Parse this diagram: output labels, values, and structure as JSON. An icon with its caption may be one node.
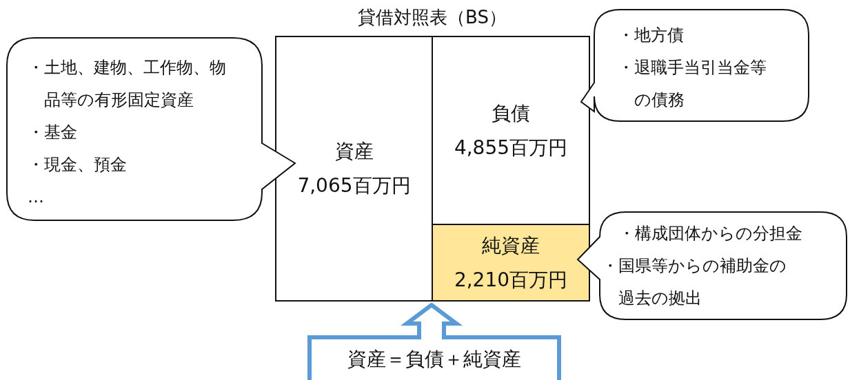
{
  "diagram": {
    "title": "貸借対照表（BS）",
    "nodes": [
      {
        "text": [
          "資産",
          "7,065百万円"
        ]
      },
      {
        "text": [
          "負債",
          "4,855百万円"
        ]
      },
      {
        "text": [
          "純資産",
          "2,210百万円"
        ]
      },
      {
        "text": [
          "・土地、建物、工作物、物品等の有形固定資産",
          "・基金",
          "・現金、預金",
          "…"
        ]
      },
      {
        "text": [
          "・地方債",
          "・退職手当引当金等の債務"
        ]
      },
      {
        "text": [
          "・構成団体からの分担金",
          "・国県等からの補助金の過去の拠出"
        ]
      },
      {
        "text": [
          "資産＝負債＋純資産"
        ]
      }
    ],
    "edges": []
  }
}
